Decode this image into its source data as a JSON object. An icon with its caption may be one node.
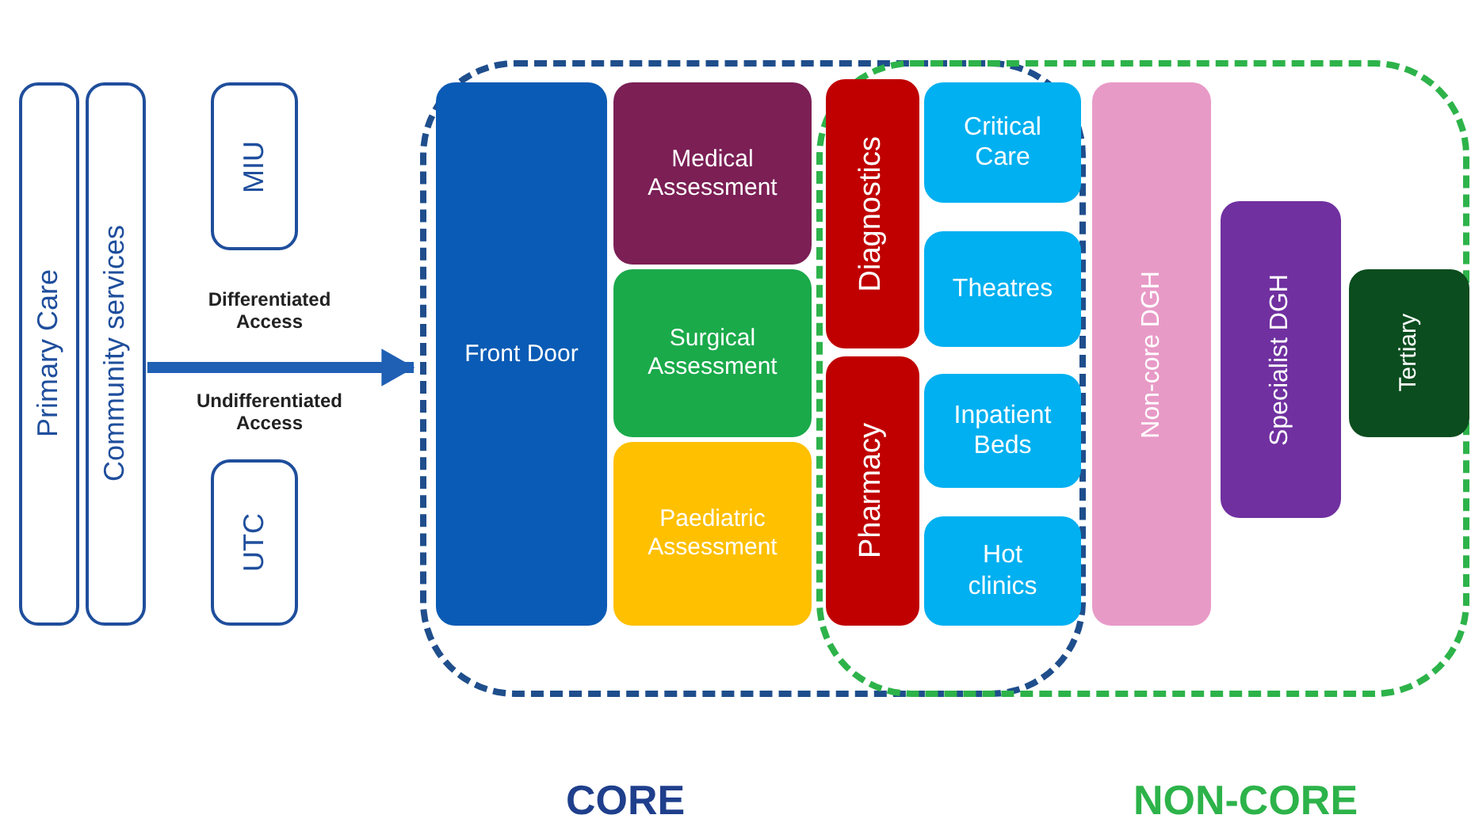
{
  "diagram": {
    "nodes": [
      {
        "text": [
          "Primary Care"
        ]
      },
      {
        "text": [
          "Community services"
        ]
      },
      {
        "text": [
          "MIU"
        ]
      },
      {
        "text": [
          "UTC"
        ]
      },
      {
        "text": [
          "CORE"
        ]
      },
      {
        "text": [
          "Front Door"
        ],
        "in": 4
      },
      {
        "text": [
          "Medical Assessment"
        ],
        "in": 4
      },
      {
        "text": [
          "Surgical Assessment"
        ],
        "in": 4
      },
      {
        "text": [
          "Paediatric Assessment"
        ],
        "in": 4
      },
      {
        "text": [
          "NON-CORE"
        ]
      },
      {
        "text": [
          "Diagnostics"
        ]
      },
      {
        "text": [
          "Pharmacy"
        ]
      },
      {
        "text": [
          "Critical Care"
        ]
      },
      {
        "text": [
          "Theatres"
        ]
      },
      {
        "text": [
          "Inpatient Beds"
        ]
      },
      {
        "text": [
          "Hot clinics"
        ]
      },
      {
        "text": [
          "Non-core DGH"
        ],
        "in": 9
      },
      {
        "text": [
          "Specialist DGH"
        ],
        "in": 9
      },
      {
        "text": [
          "Tertiary"
        ],
        "in": 9
      }
    ],
    "edges": [
      {
        "from": 1,
        "to": 4,
        "arrow": "to"
      }
    ],
    "labels": [
      "Differentiated Access",
      "Undifferentiated Access"
    ]
  }
}
